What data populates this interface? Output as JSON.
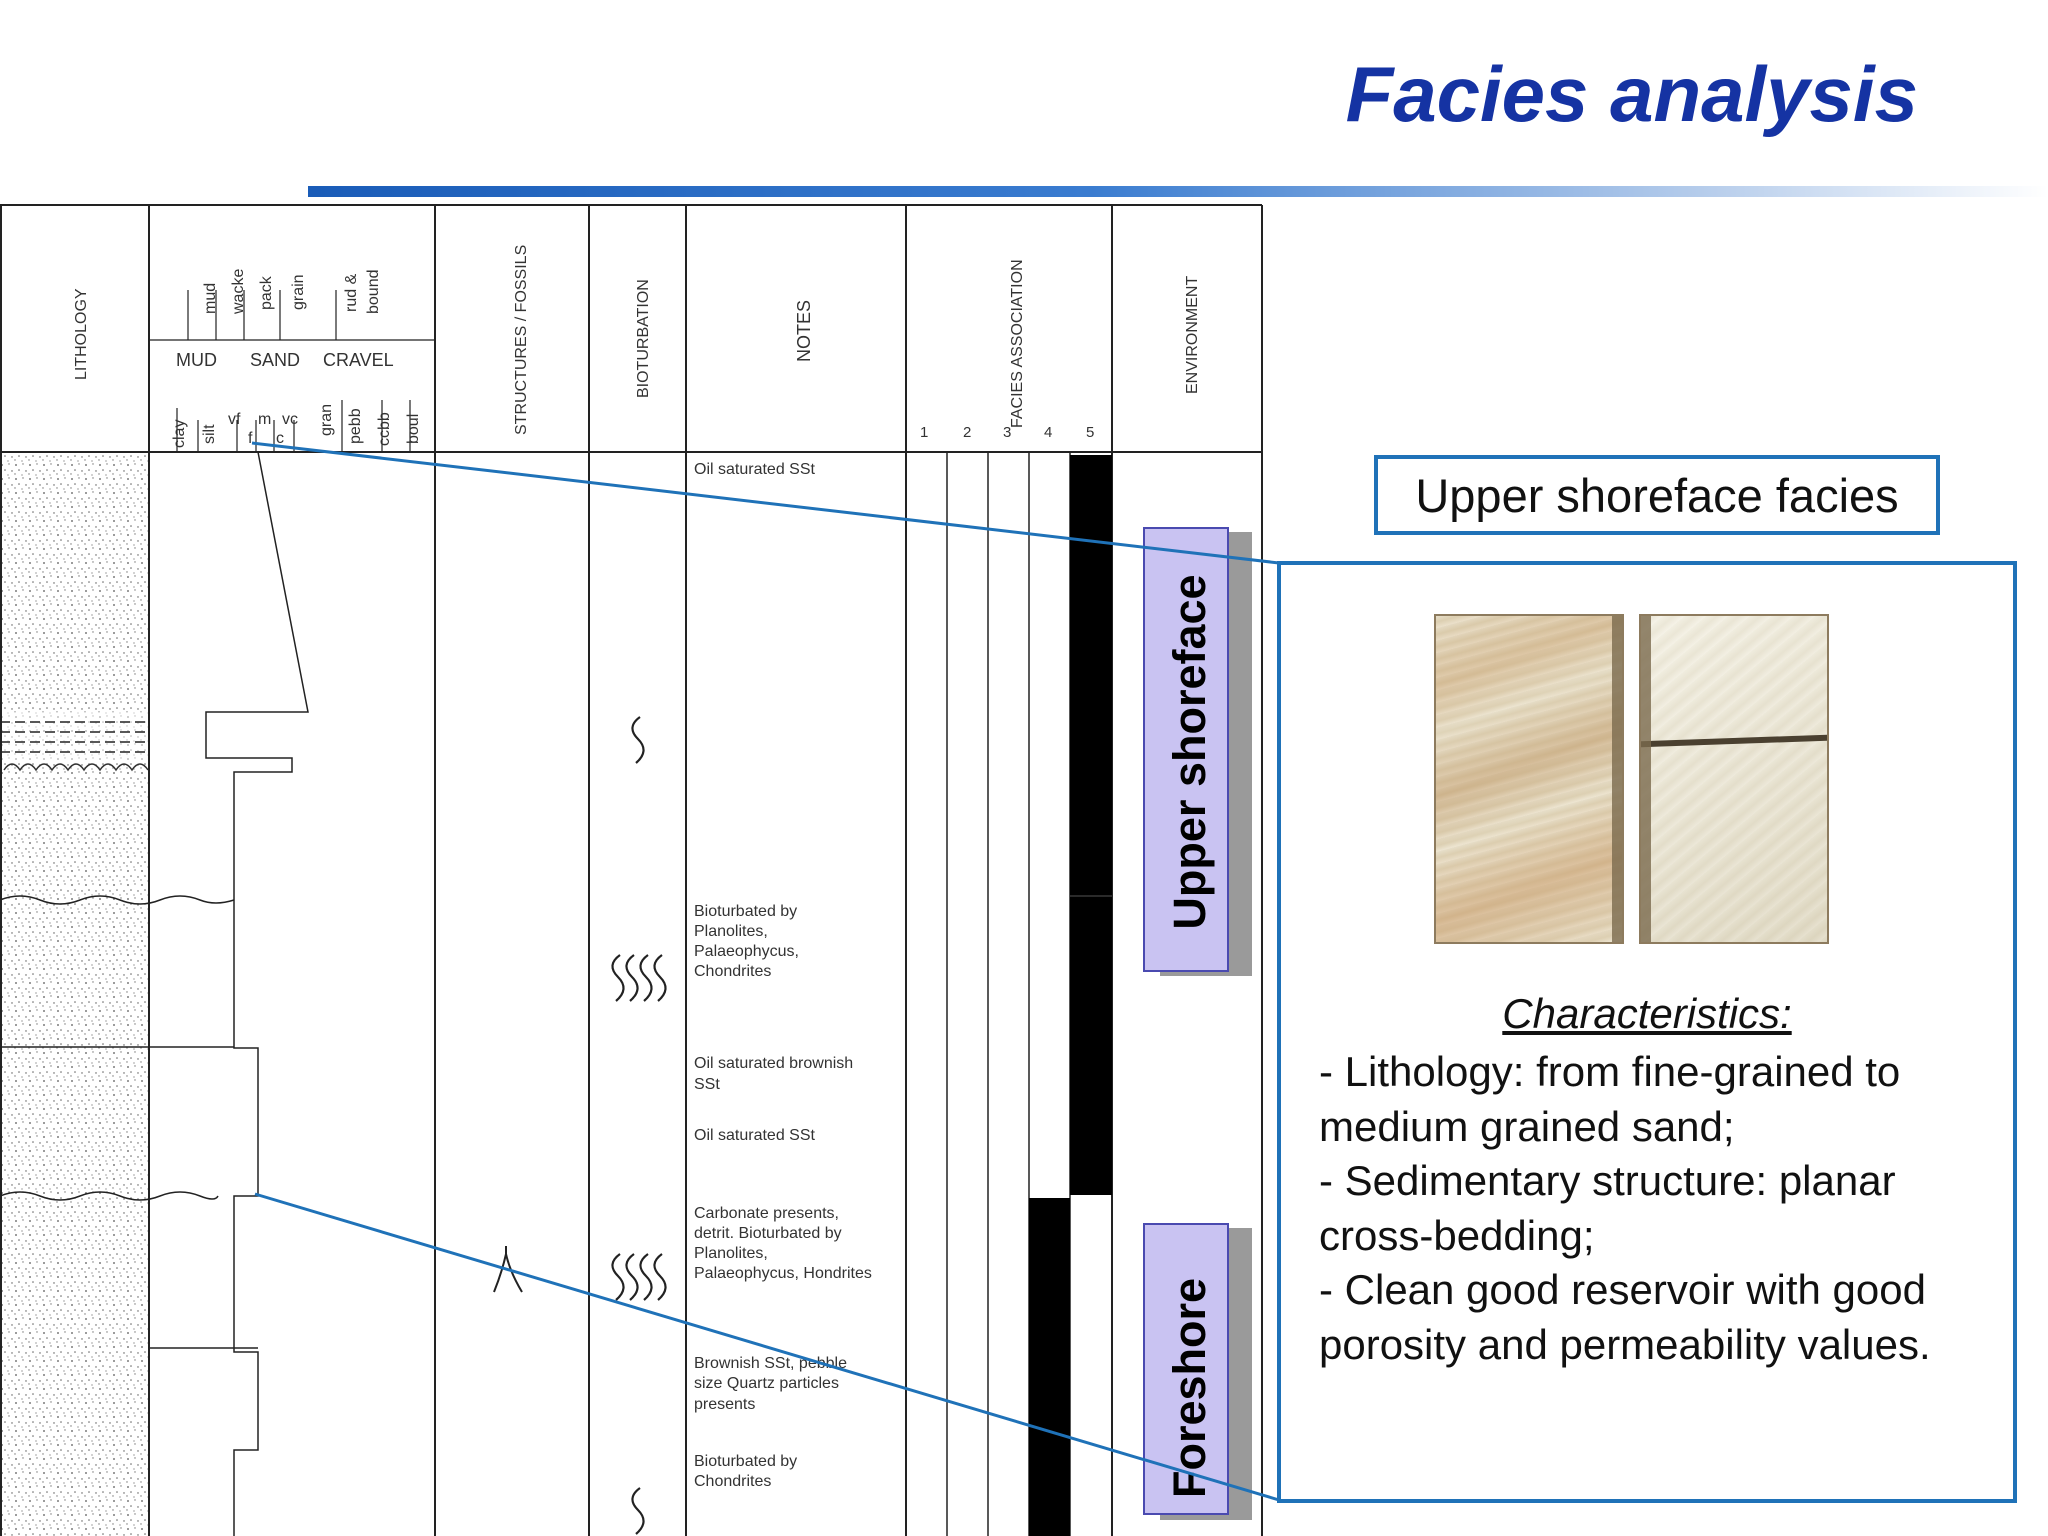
{
  "slide": {
    "title": "Facies analysis"
  },
  "log": {
    "headers": {
      "lithology": "LITHOLOGY",
      "structures": "STRUCTURES / FOSSILS",
      "bioturbation": "BIOTURBATION",
      "notes": "NOTES",
      "facies_association": "FACIES ASSOCIATION",
      "environment": "ENVIRONMENT"
    },
    "carbonate_labels": [
      "mud",
      "wacke",
      "pack",
      "grain",
      "rud &",
      "bound"
    ],
    "grain_classes": [
      "MUD",
      "SAND",
      "CRAVEL"
    ],
    "grain_sizes": [
      "clay",
      "silt",
      "vf",
      "f",
      "m",
      "c",
      "vc",
      "gran",
      "pebb",
      "ccbb",
      "boul"
    ],
    "facies_numbers": [
      "1",
      "2",
      "3",
      "4",
      "5"
    ],
    "notes": [
      {
        "lines": [
          "Oil saturated SSt"
        ]
      },
      {
        "lines": [
          "Bioturbated by",
          "Planolites,",
          "Palaeophycus,",
          "Chondrites"
        ]
      },
      {
        "lines": [
          "Oil saturated brownish",
          "SSt"
        ]
      },
      {
        "lines": [
          "Oil saturated SSt"
        ]
      },
      {
        "lines": [
          "Carbonate presents,",
          "detrit. Bioturbated by",
          "Planolites,",
          "Palaeophycus, Hondrites"
        ]
      },
      {
        "lines": [
          "Brownish SSt, pebble",
          "size Quartz particles",
          "presents"
        ]
      },
      {
        "lines": [
          "Bioturbated by",
          "Chondrites"
        ]
      }
    ],
    "environments": [
      "Upper shoreface",
      "Foreshore"
    ]
  },
  "callout": {
    "facies_title": "Upper shoreface facies",
    "characteristics_heading": "Characteristics:",
    "characteristics": [
      "- Lithology: from fine-grained to",
      "medium grained sand;",
      "- Sedimentary structure: planar",
      "cross-bedding;",
      "- Clean good reservoir with good",
      "porosity and permeability values."
    ]
  },
  "colors": {
    "title": "#1533a3",
    "accent_blue": "#1f72b8",
    "env_box_fill": "#c9c3f2",
    "env_box_border": "#4a4ab0",
    "env_box_shadow": "#9a9a9a"
  }
}
